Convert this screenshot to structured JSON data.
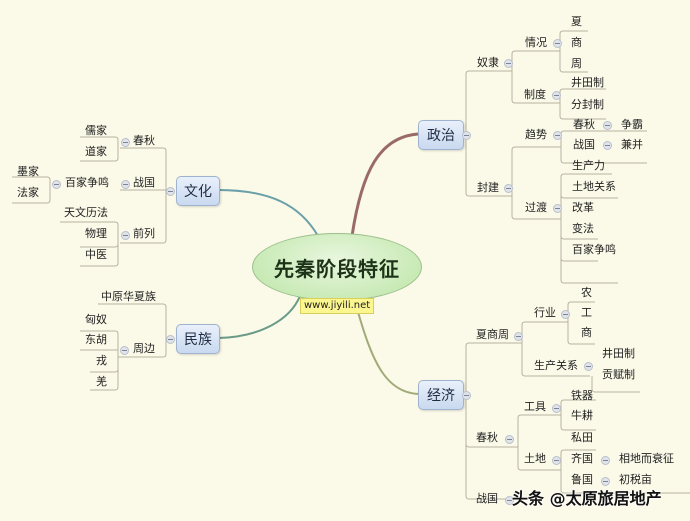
{
  "central": {
    "label": "先秦阶段特征",
    "url_tag": "www.jiyili.net"
  },
  "branches": {
    "politics": {
      "label": "政治",
      "slavery": {
        "label": "奴隶",
        "situation": {
          "label": "情况",
          "items": [
            "夏",
            "商",
            "周"
          ]
        },
        "system": {
          "label": "制度",
          "items": [
            "井田制",
            "分封制"
          ]
        }
      },
      "feudal": {
        "label": "封建",
        "trend": {
          "label": "趋势",
          "spring_autumn": {
            "label": "春秋",
            "item": "争霸"
          },
          "warring": {
            "label": "战国",
            "item": "兼并"
          }
        },
        "transition": {
          "label": "过渡",
          "items": [
            "生产力",
            "土地关系",
            "改革",
            "变法",
            "百家争鸣"
          ]
        }
      }
    },
    "culture": {
      "label": "文化",
      "spring_autumn": {
        "label": "春秋",
        "items": [
          "儒家",
          "道家"
        ]
      },
      "warring": {
        "label": "战国",
        "hundred_schools": {
          "label": "百家争鸣",
          "items": [
            "墨家",
            "法家"
          ]
        }
      },
      "leading": {
        "label": "前列",
        "items": [
          "天文历法",
          "物理",
          "中医"
        ]
      }
    },
    "ethnic": {
      "label": "民族",
      "central_plains": "中原华夏族",
      "periphery": {
        "label": "周边",
        "items": [
          "匈奴",
          "东胡",
          "戎",
          "羌"
        ]
      }
    },
    "economy": {
      "label": "经济",
      "xsz": {
        "label": "夏商周",
        "industry": {
          "label": "行业",
          "items": [
            "农",
            "工",
            "商"
          ]
        },
        "relations": {
          "label": "生产关系",
          "items": [
            "井田制",
            "贡赋制"
          ]
        }
      },
      "spring_autumn": {
        "label": "春秋",
        "tools": {
          "label": "工具",
          "items": [
            "铁器",
            "牛耕"
          ]
        },
        "land": {
          "label": "土地",
          "private": "私田",
          "qi": {
            "label": "齐国",
            "item": "相地而衰征"
          },
          "lu": {
            "label": "鲁国",
            "item": "初税亩"
          }
        }
      },
      "warring": {
        "label": "战国"
      }
    }
  },
  "watermark": "头条 @太原旅居地产",
  "colors": {
    "background": "#fbf9e8",
    "politics_line": "#9a6a6a",
    "culture_line": "#6aa0a8",
    "ethnic_line": "#6a9a88",
    "economy_line": "#a0ab78",
    "tree_line": "#b7b3a3"
  }
}
